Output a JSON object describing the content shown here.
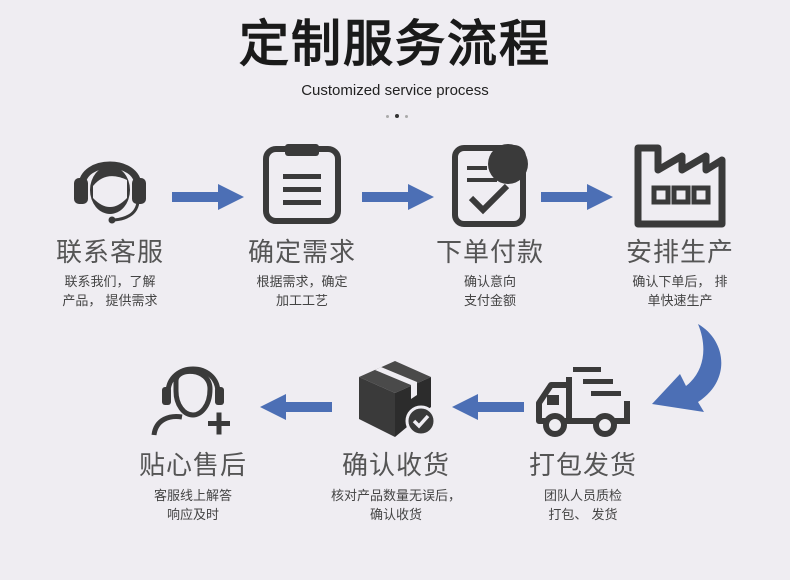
{
  "title": "定制服务流程",
  "subtitle": "Customized service process",
  "colors": {
    "arrow": "#4c6fb5",
    "icon": "#3a3a3a",
    "text": "#555555"
  },
  "steps": [
    {
      "id": "contact",
      "name": "联系客服",
      "desc1": "联系我们，了解",
      "desc2": "产品， 提供需求",
      "icon": "headset-agent-icon"
    },
    {
      "id": "confirm",
      "name": "确定需求",
      "desc1": "根据需求，确定",
      "desc2": "加工工艺",
      "icon": "clipboard-list-icon"
    },
    {
      "id": "order",
      "name": "下单付款",
      "desc1": "确认意向",
      "desc2": "支付金额",
      "icon": "checklist-document-icon"
    },
    {
      "id": "produce",
      "name": "安排生产",
      "desc1": "确认下单后， 排",
      "desc2": "单快速生产",
      "icon": "factory-icon"
    },
    {
      "id": "ship",
      "name": "打包发货",
      "desc1": "团队人员质检",
      "desc2": "打包、 发货",
      "icon": "delivery-truck-icon"
    },
    {
      "id": "receive",
      "name": "确认收货",
      "desc1": "核对产品数量无误后，",
      "desc2": "确认收货",
      "icon": "package-check-icon"
    },
    {
      "id": "aftersale",
      "name": "贴心售后",
      "desc1": "客服线上解答",
      "desc2": "响应及时",
      "icon": "support-person-plus-icon"
    }
  ]
}
